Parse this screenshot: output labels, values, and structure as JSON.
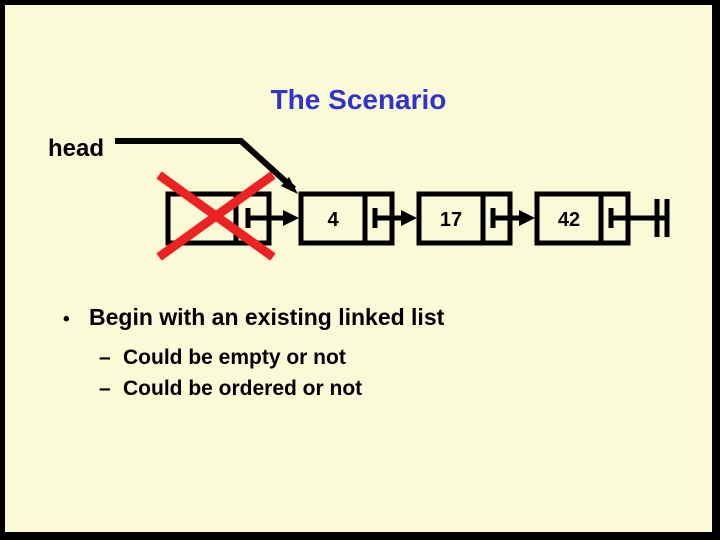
{
  "slide": {
    "title": "The Scenario",
    "background_color": "#FAFAD7",
    "border_color": "#000000",
    "title_color": "#3333CC"
  },
  "diagram": {
    "head_label": "head",
    "strike_color": "#EE2222",
    "line_color": "#000000",
    "nodes": [
      {
        "value": "",
        "struck_out": true
      },
      {
        "value": "4",
        "struck_out": false
      },
      {
        "value": "17",
        "struck_out": false
      },
      {
        "value": "42",
        "struck_out": false
      }
    ],
    "terminator": "null-ground-symbol"
  },
  "bullets": {
    "level1": "Begin with an existing linked list",
    "level1_marker": "•",
    "level2_marker": "–",
    "level2": [
      "Could be empty or not",
      "Could be ordered or not"
    ]
  }
}
